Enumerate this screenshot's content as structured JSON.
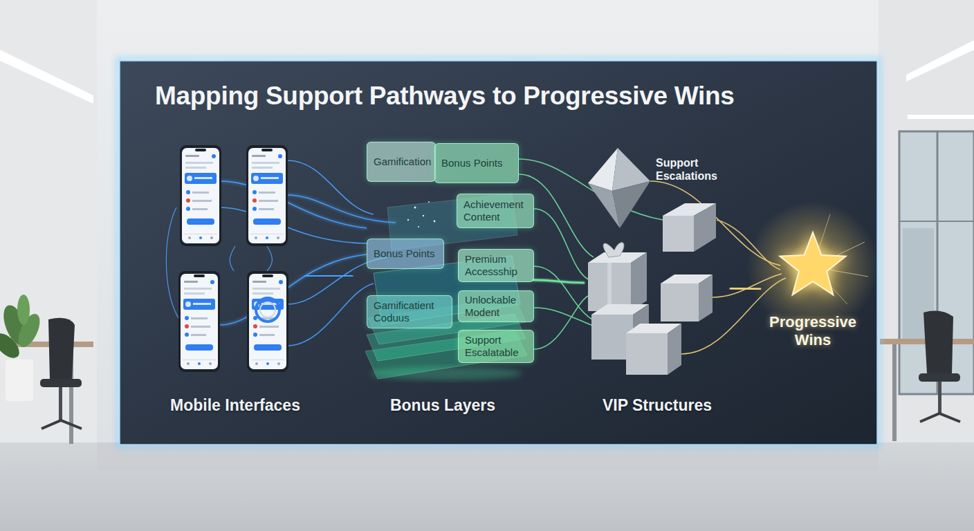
{
  "diagram": {
    "title": "Mapping Support Pathways to Progressive Wins",
    "nodes": [
      {
        "text": [
          "Mobile Interfaces"
        ]
      },
      {
        "text": [
          "Bonus Layers"
        ]
      },
      {
        "text": [
          "Gamification"
        ],
        "in": 1
      },
      {
        "text": [
          "Bonus Points"
        ],
        "in": 1
      },
      {
        "text": [
          "Achievement Content"
        ],
        "in": 1
      },
      {
        "text": [
          "Bonus Points"
        ],
        "in": 1
      },
      {
        "text": [
          "Premium Accessship"
        ],
        "in": 1
      },
      {
        "text": [
          "Unlockable Modent"
        ],
        "in": 1
      },
      {
        "text": [
          "Gamificatient Coduus"
        ],
        "in": 1
      },
      {
        "text": [
          "Support Escalatable"
        ],
        "in": 1
      },
      {
        "text": [
          "VIP Structures"
        ]
      },
      {
        "text": [
          "Progressive Wins"
        ]
      }
    ],
    "edges": [
      {
        "from": 0,
        "to": 1,
        "arrow": "none"
      },
      {
        "from": 1,
        "to": 10,
        "arrow": "none"
      },
      {
        "from": 10,
        "to": 11,
        "arrow": "none"
      }
    ],
    "labels": [
      "Support Escalations"
    ]
  }
}
